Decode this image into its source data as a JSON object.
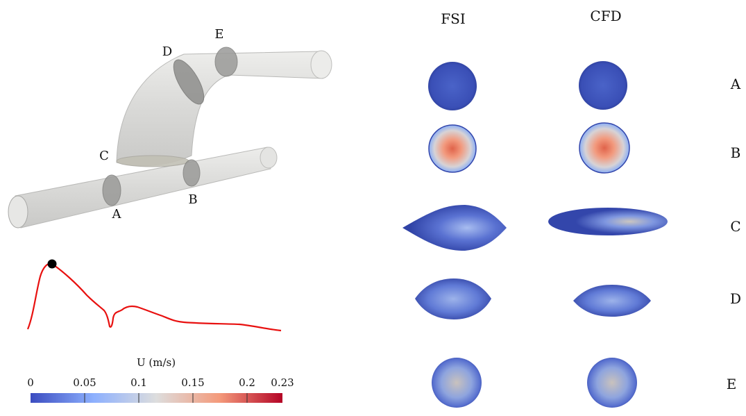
{
  "columns": {
    "fsi": "FSI",
    "cfd": "CFD"
  },
  "sections": [
    "A",
    "B",
    "C",
    "D",
    "E"
  ],
  "geometry_labels": {
    "a": "A",
    "b": "B",
    "c": "C",
    "d": "D",
    "e": "E"
  },
  "colorbar": {
    "title": "U (m/s)",
    "ticks": [
      "0",
      "0.05",
      "0.1",
      "0.15",
      "0.2",
      "0.23"
    ],
    "min": 0,
    "max": 0.23,
    "colors": {
      "low": "#3b4cc0",
      "mid": "#dddddd",
      "high": "#b40426"
    }
  },
  "waveform": {
    "line_color": "#e8100f",
    "marker_color": "#000000"
  }
}
